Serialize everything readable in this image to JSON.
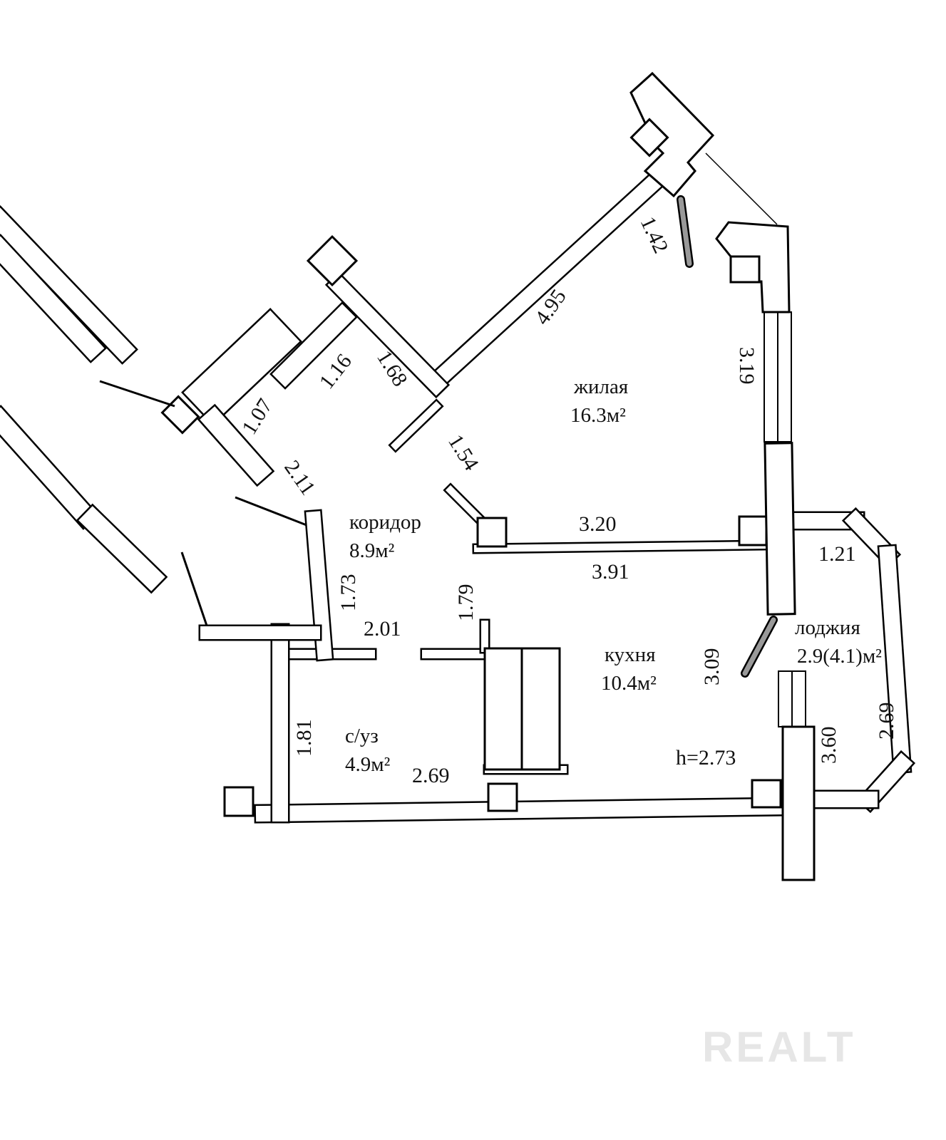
{
  "rooms": {
    "living": {
      "name": "жилая",
      "area": "16.3м²"
    },
    "corridor": {
      "name": "коридор",
      "area": "8.9м²"
    },
    "kitchen": {
      "name": "кухня",
      "area": "10.4м²"
    },
    "bathroom": {
      "name": "с/уз",
      "area": "4.9м²"
    },
    "loggia": {
      "name": "лоджия",
      "area": "2.9(4.1)м²"
    }
  },
  "dimensions": {
    "d142": "1.42",
    "d495": "4.95",
    "d319": "3.19",
    "d116": "1.16",
    "d168": "1.68",
    "d107": "1.07",
    "d154": "1.54",
    "d211": "2.11",
    "d320": "3.20",
    "d391": "3.91",
    "d121": "1.21",
    "d173": "1.73",
    "d179": "1.79",
    "d201": "2.01",
    "d309": "3.09",
    "d181": "1.81",
    "d269a": "2.69",
    "d360": "3.60",
    "d269b": "2.69"
  },
  "ceiling_height": "h=2.73",
  "watermark": "REALT"
}
